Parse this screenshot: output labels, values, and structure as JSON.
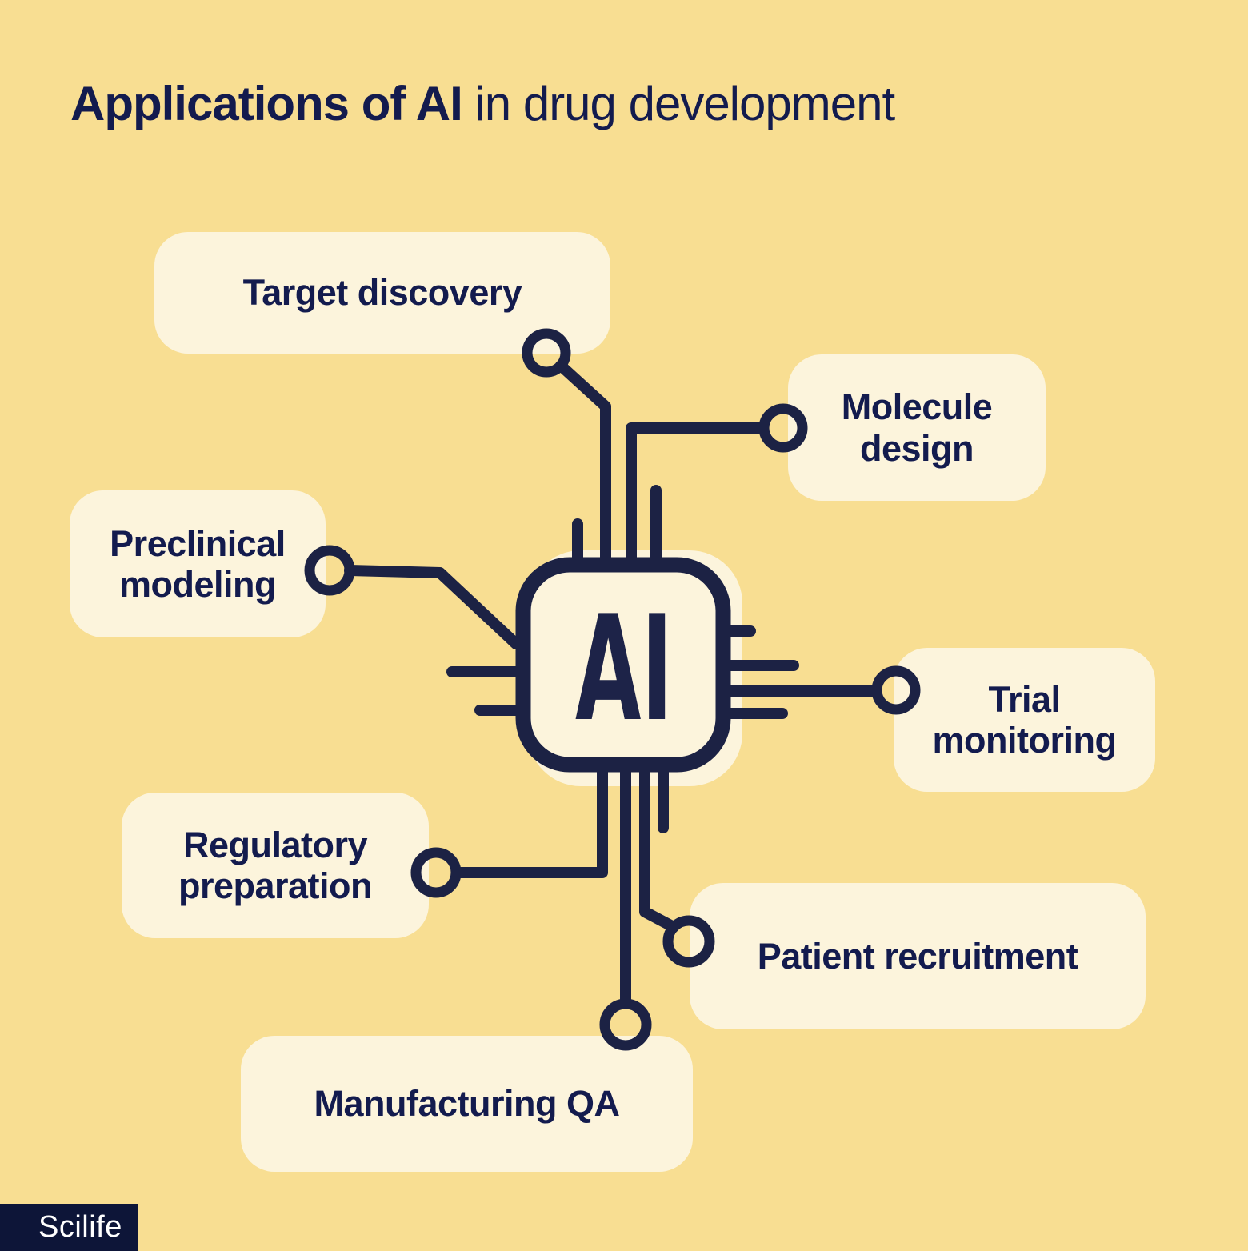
{
  "title": {
    "highlight": "Applications of AI",
    "rest": " in drug development"
  },
  "chip": {
    "label": "AI"
  },
  "nodes": [
    {
      "id": "target-discovery",
      "label": "Target discovery"
    },
    {
      "id": "molecule-design",
      "label": "Molecule design"
    },
    {
      "id": "preclinical-modeling",
      "label": "Preclinical modeling"
    },
    {
      "id": "trial-monitoring",
      "label": "Trial monitoring"
    },
    {
      "id": "regulatory-preparation",
      "label": "Regulatory preparation"
    },
    {
      "id": "patient-recruitment",
      "label": "Patient recruitment"
    },
    {
      "id": "manufacturing-qa",
      "label": "Manufacturing QA"
    }
  ],
  "footer": {
    "brand": "Scilife"
  },
  "colors": {
    "background": "#F8DE92",
    "card": "#FCF4DC",
    "ink": "#1C2244",
    "text": "#131B4E",
    "brand_bg": "#0D1538",
    "brand_text": "#FFFFFF"
  }
}
